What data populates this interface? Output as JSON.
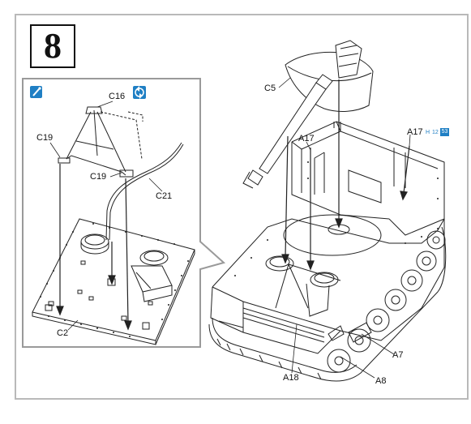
{
  "step": {
    "number": "8"
  },
  "inset": {
    "icons": [
      {
        "name": "glue-icon",
        "color": "#1f7fc4"
      },
      {
        "name": "rotate-arrows-icon",
        "color": "#1f7fc4"
      }
    ],
    "labels": {
      "c16": "C16",
      "c19_top": "C19",
      "c19_mid": "C19",
      "c21": "C21",
      "c2": "C2"
    }
  },
  "main": {
    "labels": {
      "c5": "C5",
      "a17_left": "A17",
      "a17_right": "A17",
      "a18": "A18",
      "a7": "A7",
      "a8": "A8"
    },
    "reference_badge": {
      "letter": "H",
      "first": "12",
      "second": "53"
    }
  },
  "colors": {
    "accent": "#1f7fc4",
    "line": "#222222",
    "frame": "#b9b9b9",
    "callout": "#9a9a9a"
  }
}
